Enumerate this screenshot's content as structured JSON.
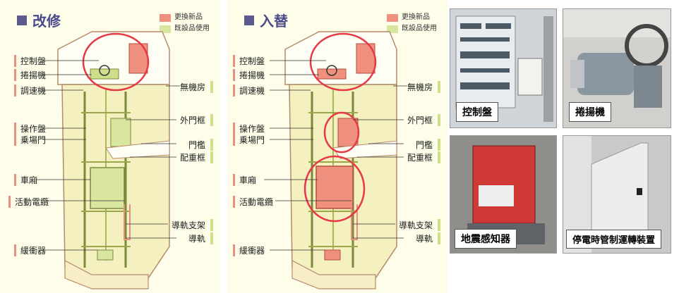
{
  "left_panel": {
    "title": "改修",
    "legend": [
      {
        "label": "更換新品",
        "color": "#f0907f"
      },
      {
        "label": "既設品使用",
        "color": "#d8e6a0"
      }
    ],
    "left_labels": [
      "控制盤",
      "捲揚機",
      "調速機",
      "操作盤",
      "乗場門",
      "車廂",
      "活動電纜",
      "緩衝器"
    ],
    "right_labels": [
      "無機房",
      "外門框",
      "門檻",
      "配重框",
      "導軌支架",
      "導軌"
    ]
  },
  "right_panel": {
    "title": "入替",
    "legend": [
      {
        "label": "更換新品",
        "color": "#f0907f"
      },
      {
        "label": "既設品使用",
        "color": "#d8e6a0"
      }
    ],
    "left_labels": [
      "控制盤",
      "捲揚機",
      "調速機",
      "操作盤",
      "乗場門",
      "車廂",
      "活動電纜",
      "緩衝器"
    ],
    "right_labels": [
      "無機房",
      "外門框",
      "門檻",
      "配重框",
      "導軌支架",
      "導軌"
    ]
  },
  "photos": [
    {
      "caption": "控制盤",
      "icon": "control-panel-photo"
    },
    {
      "caption": "捲揚機",
      "icon": "hoist-machine-photo"
    },
    {
      "caption": "地震感知器",
      "icon": "seismic-sensor-photo"
    },
    {
      "caption": "停電時管制運轉裝置",
      "icon": "emergency-power-device-photo"
    }
  ],
  "colors": {
    "accent": "#e53946",
    "new_part": "#f0907f",
    "existing_part": "#d8e6a0",
    "title": "#4a4a8c"
  }
}
